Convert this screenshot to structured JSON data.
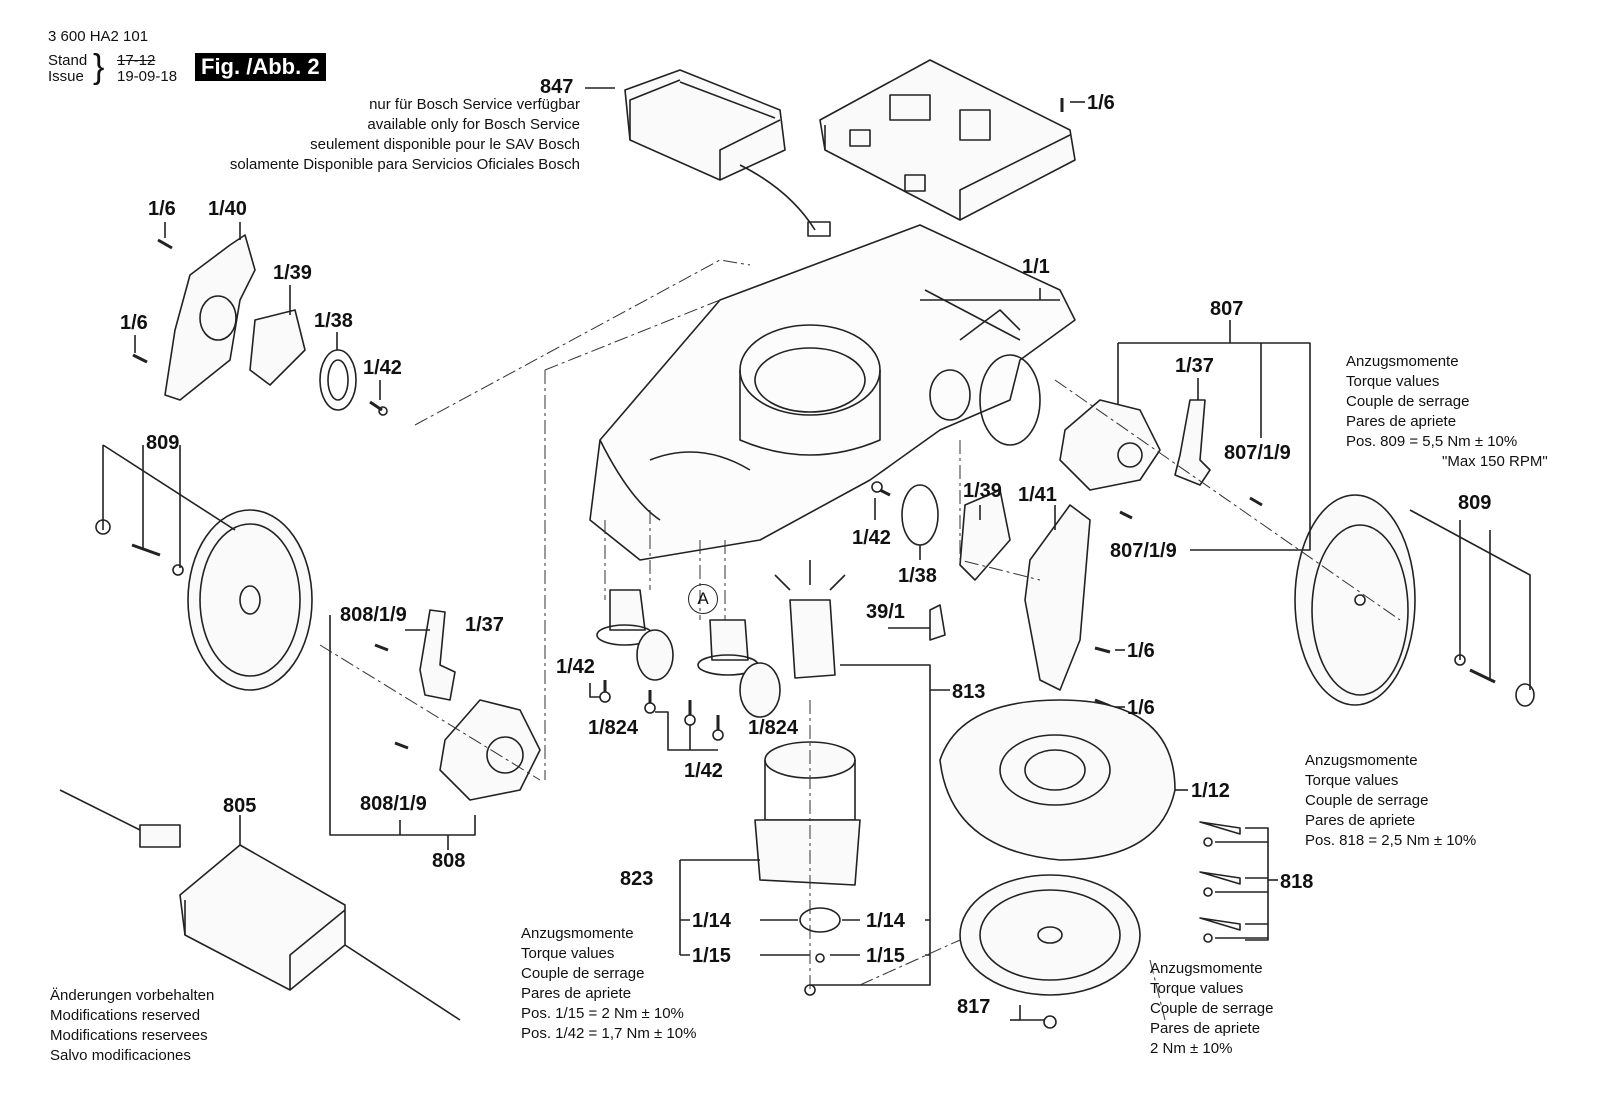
{
  "header": {
    "doc_number": "3 600 HA2 101",
    "stand_label": "Stand",
    "issue_label": "Issue",
    "old_date_struck": "17-12",
    "issue_date": "19-09-18",
    "figure_label": "Fig. /Abb. 2"
  },
  "service_note": {
    "part": "847",
    "lines": [
      "nur für Bosch Service verfügbar",
      "available only for Bosch Service",
      "seulement disponible pour le SAV Bosch",
      "solamente Disponible para Servicios Oficiales Bosch"
    ]
  },
  "torque_notes": {
    "right_top": [
      "Anzugsmomente",
      "Torque values",
      "Couple de serrage",
      "Pares de apriete",
      "Pos. 809 = 5,5 Nm  ± 10%",
      "\"Max 150 RPM\""
    ],
    "right_mid": [
      "Anzugsmomente",
      "Torque values",
      "Couple de serrage",
      "Pares de apriete",
      "Pos. 818 = 2,5 Nm  ± 10%"
    ],
    "bottom_center": [
      "Anzugsmomente",
      "Torque values",
      "Couple de serrage",
      "Pares de apriete",
      "Pos. 1/15 = 2 Nm  ± 10%",
      "Pos. 1/42 = 1,7 Nm  ± 10%"
    ],
    "bottom_right": [
      "Anzugsmomente",
      "Torque values",
      "Couple de serrage",
      "Pares de apriete",
      "2 Nm  ± 10%"
    ]
  },
  "modifications_note": [
    "Änderungen vorbehalten",
    "Modifications reserved",
    "Modifications reservees",
    "Salvo modificaciones"
  ],
  "callouts": {
    "c847": "847",
    "c1_6_top": "1/6",
    "c1_6_a": "1/6",
    "c1_40": "1/40",
    "c1_39_l": "1/39",
    "c1_6_b": "1/6",
    "c1_38_l": "1/38",
    "c1_42_l": "1/42",
    "c1_1": "1/1",
    "c807": "807",
    "c1_37_r": "1/37",
    "c807_1_9_a": "807/1/9",
    "c807_1_9_b": "807/1/9",
    "c809_l": "809",
    "c809_r": "809",
    "c1_42_m": "1/42",
    "c1_38_m": "1/38",
    "c1_39_m": "1/39",
    "c1_41": "1/41",
    "c39_1": "39/1",
    "c1_6_c": "1/6",
    "c1_6_d": "1/6",
    "c808_1_9_a": "808/1/9",
    "c1_37_l": "1/37",
    "c808_1_9_b": "808/1/9",
    "c808": "808",
    "cA": "A",
    "c1_42_b": "1/42",
    "c1_824_a": "1/824",
    "c1_824_b": "1/824",
    "c1_42_c": "1/42",
    "c813": "813",
    "c805": "805",
    "c1_12": "1/12",
    "c818": "818",
    "c823": "823",
    "c1_14_l": "1/14",
    "c1_14_r": "1/14",
    "c1_15_l": "1/15",
    "c1_15_r": "1/15",
    "c817": "817"
  }
}
